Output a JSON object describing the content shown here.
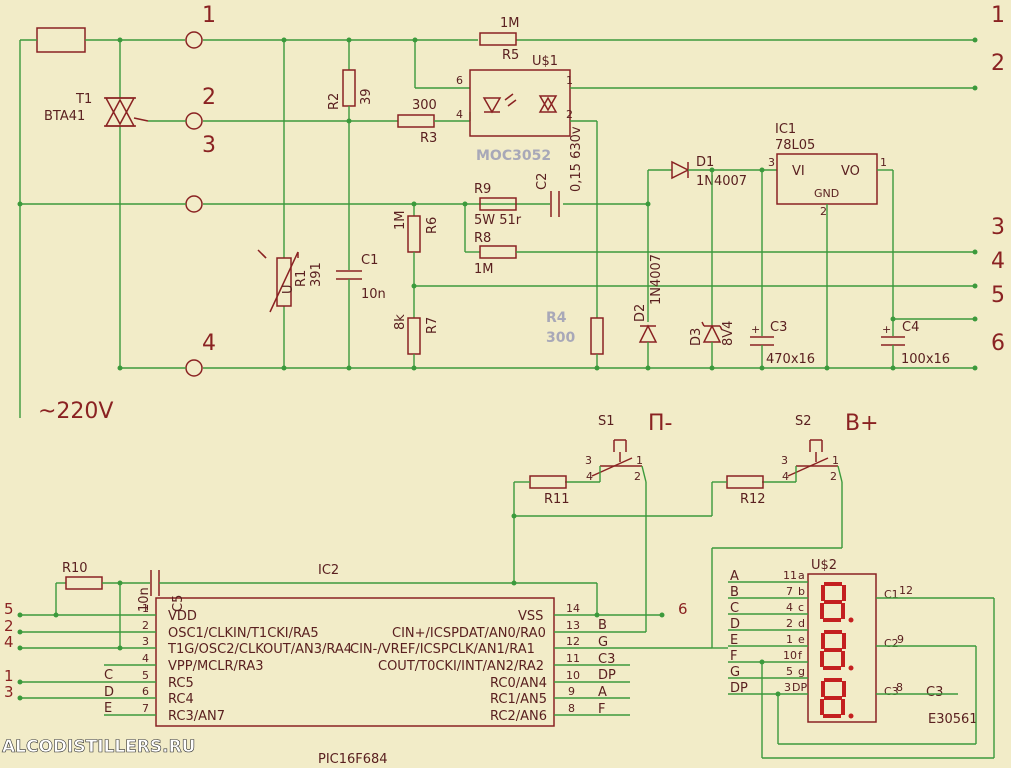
{
  "mains_label": "~220V",
  "terminal_left": [
    "1",
    "2",
    "3",
    "4"
  ],
  "terminal_right": [
    "1",
    "2",
    "3",
    "4",
    "5",
    "6"
  ],
  "components": {
    "t1_ref": "T1",
    "t1_val": "BTA41",
    "r5_ref": "R5",
    "r5_val": "1M",
    "us1_ref": "U$1",
    "us1_val": "MOC3052",
    "r2_ref": "R2",
    "r2_val": "39",
    "r3_ref": "R3",
    "r3_val": "300",
    "c2_ref": "C2",
    "c2_val": "0,15 630v",
    "r9_ref": "R9",
    "r9_val": "5W 51r",
    "r8_ref": "R8",
    "r8_val": "1M",
    "r6_ref": "R6",
    "r6_val": "1M",
    "r7_ref": "R7",
    "r7_val": "8k",
    "r1_ref": "R1",
    "r1_val": "391",
    "r1_u": "U",
    "c1_ref": "C1",
    "c1_val": "10n",
    "r4_ref": "R4",
    "r4_val": "300",
    "d1_ref": "D1",
    "d1_val": "1N4007",
    "d2_ref": "D2",
    "d2_val": "1N4007",
    "d3_ref": "D3",
    "d3_val": "8V4",
    "ic1_ref": "IC1",
    "ic1_val": "78L05",
    "ic1_vi": "VI",
    "ic1_vo": "VO",
    "ic1_gnd": "GND",
    "c3_ref": "C3",
    "c3_val": "470x16",
    "c4_ref": "C4",
    "c4_val": "100x16",
    "s1_ref": "S1",
    "s1_func": "П-",
    "s2_ref": "S2",
    "s2_func": "B+",
    "r11_ref": "R11",
    "r12_ref": "R12",
    "r10_ref": "R10",
    "c5_ref": "C5",
    "c5_val": "10n",
    "ic2_ref": "IC2",
    "ic2_val": "PIC16F684",
    "us2_ref": "U$2",
    "us2_val": "E30561"
  },
  "ic2_left_pins": [
    {
      "num": "1",
      "name": "VDD"
    },
    {
      "num": "2",
      "name": "OSC1/CLKIN/T1CKI/RA5"
    },
    {
      "num": "3",
      "name": "T1G/OSC2/CLKOUT/AN3/RA4"
    },
    {
      "num": "4",
      "name": "VPP/MCLR/RA3"
    },
    {
      "num": "5",
      "name": "RC5"
    },
    {
      "num": "6",
      "name": "RC4"
    },
    {
      "num": "7",
      "name": "RC3/AN7"
    }
  ],
  "ic2_right_pins": [
    {
      "num": "14",
      "name": "VSS",
      "net": "6"
    },
    {
      "num": "13",
      "name": "CIN+/ICSPDAT/AN0/RA0",
      "net": "B"
    },
    {
      "num": "12",
      "name": "CIN-/VREF/ICSPCLK/AN1/RA1",
      "net": "G"
    },
    {
      "num": "11",
      "name": "COUT/T0CKI/INT/AN2/RA2",
      "net": "C3"
    },
    {
      "num": "10",
      "name": "RC0/AN4",
      "net": "DP"
    },
    {
      "num": "9",
      "name": "RC1/AN5",
      "net": "A"
    },
    {
      "num": "8",
      "name": "RC2/AN6",
      "net": "F"
    }
  ],
  "ic2_left_nets": [
    "5",
    "2",
    "4",
    "1",
    "3"
  ],
  "ic2_left_lowercase": [
    "C",
    "D",
    "E"
  ],
  "us2_pins": [
    {
      "net": "A",
      "num": "11",
      "seg": "a"
    },
    {
      "net": "B",
      "num": "7",
      "seg": "b"
    },
    {
      "net": "C",
      "num": "4",
      "seg": "c"
    },
    {
      "net": "D",
      "num": "2",
      "seg": "d"
    },
    {
      "net": "E",
      "num": "1",
      "seg": "e"
    },
    {
      "net": "F",
      "num": "10",
      "seg": "f"
    },
    {
      "net": "G",
      "num": "5",
      "seg": "g"
    },
    {
      "net": "DP",
      "num": "3",
      "seg": "DP"
    }
  ],
  "us2_common": [
    {
      "name": "C1",
      "num": "12"
    },
    {
      "name": "C2",
      "num": "9"
    },
    {
      "name": "C3",
      "num": "8"
    }
  ],
  "us2_c3_net": "C3",
  "ic1_pins": {
    "vi": "3",
    "vo": "1",
    "gnd": "2"
  },
  "us1_pins": {
    "p6": "6",
    "p4": "4",
    "p1": "1",
    "p2": "2"
  },
  "switch_pins": {
    "p3": "3",
    "p4": "4",
    "p1": "1",
    "p2": "2"
  },
  "pic_vss_net": "6",
  "watermark": "ALCODISTILLERS.RU"
}
